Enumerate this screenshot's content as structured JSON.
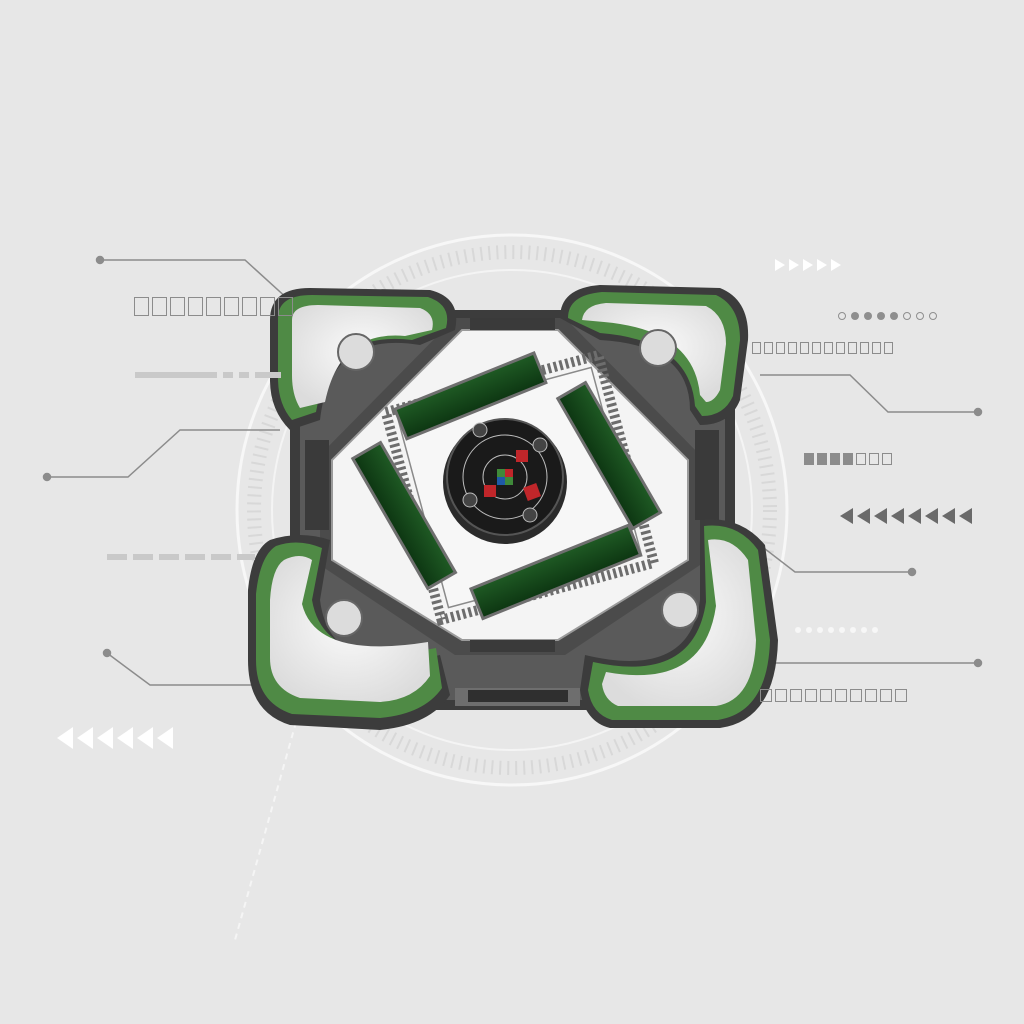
{
  "scene": {
    "subject": "mahjong-table",
    "colors": {
      "background": "#e7e7e7",
      "line": "#8c8c8c",
      "tile_green": "#3f7a3a",
      "tile_green_dark": "#2d5e2a",
      "rail_dark": "#0f3d14",
      "table_light": "#f2f2f2",
      "frame_dark": "#4a4a4a",
      "dial_black": "#222222",
      "dial_red": "#c0262a"
    }
  },
  "decorations": {
    "arrow_rows": [
      {
        "direction": "right",
        "count": 5,
        "color": "#ffffff"
      },
      {
        "direction": "left",
        "count": 8,
        "color": "#6a6a6a"
      },
      {
        "direction": "left",
        "count": 6,
        "color": "#ffffff"
      }
    ],
    "glyph_rows": [
      {
        "count": 9,
        "filled": false
      },
      {
        "count": 12,
        "filled": false
      },
      {
        "count": 7,
        "filled": true
      },
      {
        "count": 10,
        "filled": false
      }
    ],
    "dot_rows": [
      {
        "count": 8,
        "style": "mixed"
      },
      {
        "count": 8,
        "style": "light"
      }
    ]
  }
}
